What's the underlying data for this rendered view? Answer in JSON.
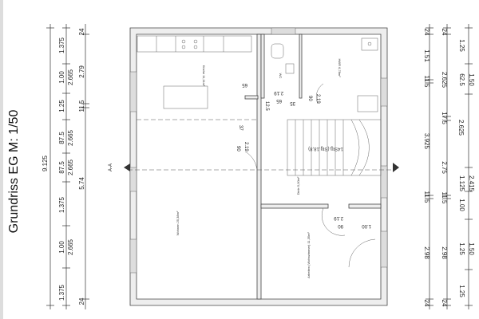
{
  "title": "Grundriss EG M: 1/50",
  "left_dims": {
    "total": "9.125",
    "row1": [
      "1.375",
      "1.00",
      "1.375",
      "87.5",
      "87.5",
      "1.25",
      "1.00",
      "1.375"
    ],
    "row2": [
      "2.665",
      "2.665",
      "2.665",
      "2.665"
    ],
    "row3": [
      "24",
      "5.74",
      "11.5",
      "2.79",
      "24"
    ]
  },
  "right_dims": {
    "row1": [
      "24",
      "1.51",
      "11.5",
      "3.925",
      "11.5",
      "2.98",
      "24"
    ],
    "row2": [
      "24",
      "2.625",
      "17.5",
      "2.625",
      "2.75",
      "11.5",
      "2.98",
      "24"
    ],
    "row3": [
      "1.25",
      "62.5",
      "1.50",
      "1.125",
      "2.415",
      "1.00",
      "1.25",
      "1.50",
      "1.25"
    ]
  },
  "rooms": {
    "kitchen": "Küche 11,11m²",
    "hwr": "HWR 6,78m²",
    "wc": "WC",
    "living": "Wohnen 25,38m²",
    "hall": "Diele 5,00m²",
    "office": "Arbeiten (Wohnzimmer) 11,35m²"
  },
  "interior_dims": [
    "65",
    "2.19",
    "65",
    "35",
    "12.5",
    "90",
    "2.19",
    "37",
    "90",
    "2.19",
    "2.19",
    "90",
    "1.00"
  ],
  "stairs": "14Stg.(Stg.18,8)",
  "section_marker": "A-A",
  "colors": {
    "line": "#333333",
    "background": "#ffffff"
  }
}
